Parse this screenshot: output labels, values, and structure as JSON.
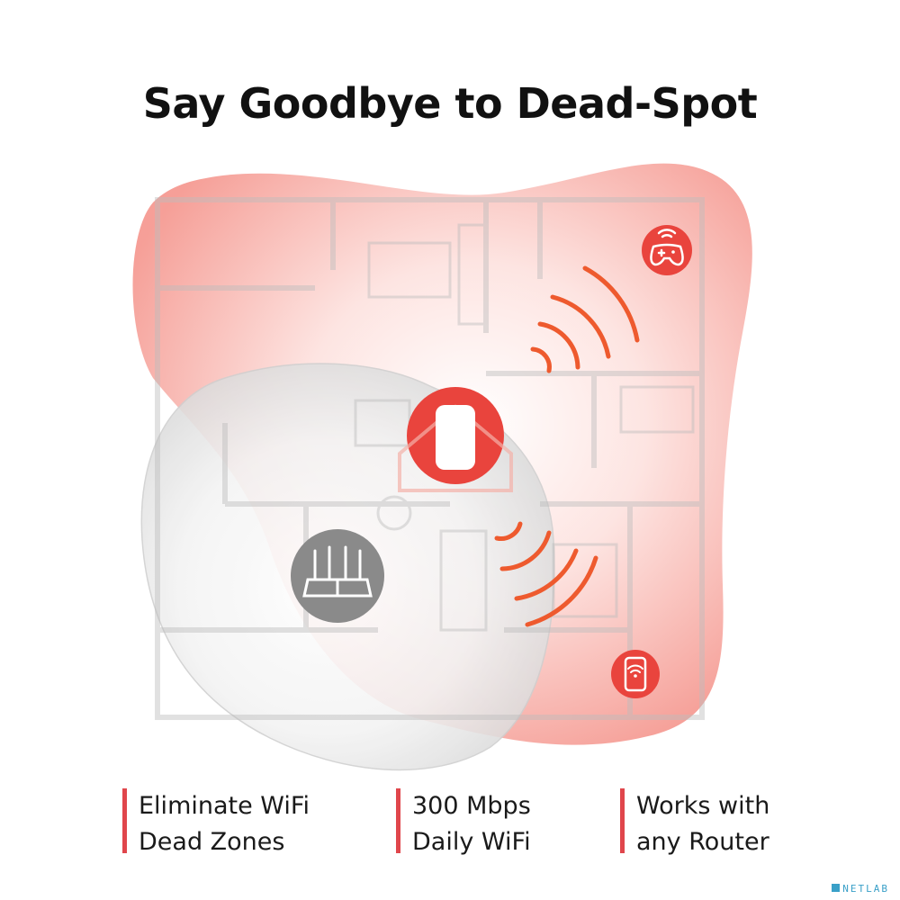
{
  "header": {
    "title": "Say Goodbye to Dead-Spot"
  },
  "features": [
    {
      "line1": "Eliminate WiFi",
      "line2": "Dead Zones"
    },
    {
      "line1": "300 Mbps",
      "line2": "Daily WiFi"
    },
    {
      "line1": "Works with",
      "line2": "any Router"
    }
  ],
  "watermark": {
    "text": "NETLAB"
  },
  "icons": {
    "router": "router-icon",
    "extender": "range-extender-icon",
    "gamepad": "wifi-gamepad-icon",
    "phone": "wifi-phone-icon"
  },
  "colors": {
    "accent": "#e0464c",
    "coverage_red": "#f7a29c",
    "coverage_gray": "#cfcfcf",
    "device_gray": "#8a8a8a"
  }
}
